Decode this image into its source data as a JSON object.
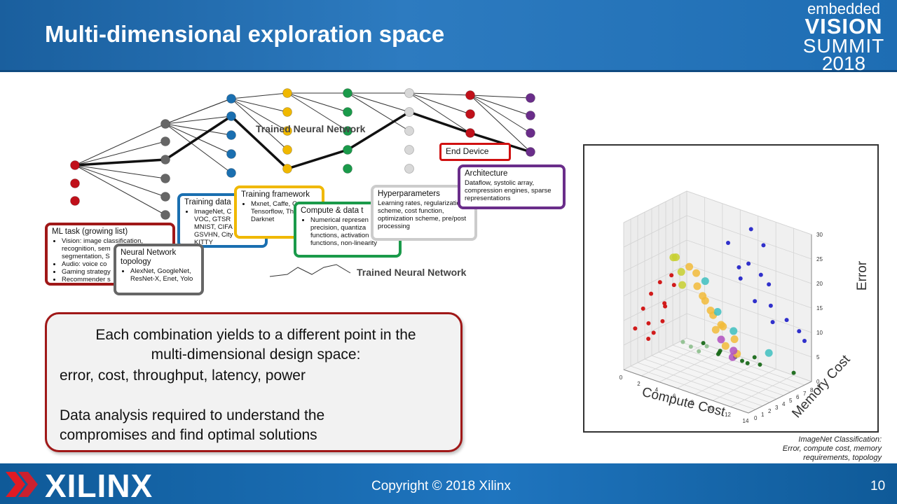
{
  "slide": {
    "title": "Multi-dimensional exploration space",
    "page_number": "10",
    "copyright": "Copyright © 2018 Xilinx",
    "brand": "XILINX",
    "event_logo": {
      "line1": "embedded",
      "line2": "VISION",
      "line3": "SUMMIT",
      "line4": "2018"
    }
  },
  "colors": {
    "header_blue": "#1e6db3",
    "red": "#c0101a",
    "gray": "#666666",
    "blue": "#1a6fb0",
    "gold": "#f0b800",
    "green": "#1a9a4a",
    "lightgray": "#d8d8d8",
    "purple": "#6a2d8a",
    "callout_border": "#a01818"
  },
  "diagram": {
    "trained_label_top": "Trained Neural Network",
    "trained_label_bottom": "Trained Neural Network",
    "end_device": "End Device",
    "boxes": {
      "ml_task": {
        "title": "ML task (growing list)",
        "items": [
          "Vision: image classification,",
          "recognition, sem",
          "segmentation, S",
          "Audio: voice co",
          "Gaming strategy",
          "Recommender s"
        ]
      },
      "topology": {
        "title": "Neural Network topology",
        "items": [
          "AlexNet, GoogleNet,",
          "ResNet-X, Enet, Yolo"
        ]
      },
      "training_data": {
        "title": "Training data",
        "items": [
          "ImageNet, C",
          "VOC, GTSR",
          "MNIST, CIFA",
          "GSVHN, City",
          "KITTY"
        ]
      },
      "training_framework": {
        "title": "Training framework",
        "items": [
          "Mxnet, Caffe, C",
          "Tensorflow, Th",
          "Darknet"
        ]
      },
      "compute_data": {
        "title": "Compute & data t",
        "items": [
          "Numerical represen",
          "precision, quantiza",
          "functions, activation",
          "functions, non-linearity"
        ]
      },
      "hyperparameters": {
        "title": "Hyperparameters",
        "lines": [
          "Learning rates, regularizatio",
          "scheme, cost function,",
          "optimization scheme, pre/post",
          "processing"
        ]
      },
      "architecture": {
        "title": "Architecture",
        "lines": [
          "Dataflow, systolic array,",
          "compression engines, sparse",
          "representations"
        ]
      }
    }
  },
  "callout": {
    "line1": "Each combination yields to a different point in the",
    "line2": "multi-dimensional design space:",
    "line3": "error, cost, throughput, latency, power",
    "line4": "Data analysis required to understand the",
    "line5": "compromises and find optimal solutions"
  },
  "plot": {
    "caption_line1": "ImageNet Classification:",
    "caption_line2": "Error, compute cost, memory",
    "caption_line3": "requirements, topology"
  },
  "chart_data": {
    "type": "scatter",
    "xlabel": "Compute Cost",
    "ylabel": "Memory Cost",
    "zlabel": "Error",
    "x_ticks": [
      "0",
      "2",
      "4",
      "6",
      "8",
      "10",
      "12",
      "14"
    ],
    "y_ticks": [
      "0",
      "1",
      "2",
      "3",
      "4",
      "5",
      "6",
      "7",
      "8",
      "9"
    ],
    "z_ticks": [
      "0",
      "5",
      "10",
      "15",
      "20",
      "25",
      "30"
    ],
    "xlim": [
      0,
      14
    ],
    "ylim": [
      0,
      9
    ],
    "zlim": [
      0,
      30
    ],
    "grid": true,
    "series": [
      {
        "color": "#d01010",
        "points": [
          [
            0.5,
            1,
            8
          ],
          [
            1,
            1.5,
            12
          ],
          [
            1.5,
            2,
            15
          ],
          [
            2,
            1,
            10
          ],
          [
            2.5,
            2,
            18
          ],
          [
            1,
            3,
            6
          ],
          [
            2,
            3,
            9
          ],
          [
            3,
            2,
            14
          ],
          [
            3,
            3,
            19
          ],
          [
            1.5,
            4,
            11
          ],
          [
            0.8,
            2.5,
            5
          ],
          [
            2.5,
            4,
            16
          ]
        ]
      },
      {
        "color": "#2525c8",
        "points": [
          [
            8,
            8,
            28
          ],
          [
            9,
            8.5,
            25
          ],
          [
            8.5,
            7,
            22
          ],
          [
            9.5,
            7.5,
            20
          ],
          [
            10,
            8,
            18
          ],
          [
            7,
            6,
            26
          ],
          [
            8,
            6.5,
            19
          ],
          [
            11,
            7,
            15
          ],
          [
            12,
            8,
            12
          ],
          [
            13,
            8.5,
            10
          ],
          [
            9,
            5,
            23
          ],
          [
            10,
            6,
            16
          ],
          [
            12,
            6,
            13
          ],
          [
            14,
            8,
            9
          ]
        ]
      },
      {
        "color": "#f2bb3a",
        "points": [
          [
            5,
            3,
            22
          ],
          [
            5.5,
            3.5,
            18
          ],
          [
            6,
            4,
            15
          ],
          [
            6.5,
            4.5,
            12
          ],
          [
            7,
            5,
            10
          ],
          [
            6,
            5.5,
            8
          ],
          [
            7.5,
            5,
            6
          ],
          [
            8,
            6,
            4
          ],
          [
            5,
            4,
            20
          ],
          [
            6.5,
            3,
            17
          ],
          [
            7,
            3.5,
            14
          ],
          [
            8,
            4,
            11
          ],
          [
            8.5,
            5,
            8
          ]
        ]
      },
      {
        "color": "#c8d030",
        "points": [
          [
            4,
            2,
            24
          ],
          [
            4.5,
            2.5,
            21
          ],
          [
            5,
            2,
            19
          ],
          [
            3.5,
            3,
            23
          ]
        ]
      },
      {
        "color": "#3ec0c0",
        "points": [
          [
            6,
            4,
            19
          ],
          [
            7,
            4.5,
            13
          ],
          [
            8,
            5.5,
            9
          ],
          [
            10,
            8,
            4
          ]
        ]
      },
      {
        "color": "#b050c0",
        "points": [
          [
            7,
            5,
            7
          ],
          [
            7.5,
            6,
            3
          ],
          [
            8,
            5.5,
            5
          ]
        ]
      },
      {
        "color": "#1a6a1a",
        "points": [
          [
            5,
            5,
            5
          ],
          [
            6,
            6,
            3
          ],
          [
            7,
            7,
            2
          ],
          [
            8,
            7.5,
            1
          ],
          [
            6.5,
            5.5,
            4
          ],
          [
            5.5,
            6.5,
            2
          ],
          [
            9,
            8,
            1
          ],
          [
            7,
            8,
            0.5
          ],
          [
            8,
            8.5,
            1.5
          ],
          [
            12,
            9,
            0.5
          ]
        ]
      },
      {
        "color": "#90c090",
        "points": [
          [
            3.5,
            4,
            5
          ],
          [
            4,
            4.5,
            4
          ],
          [
            4.5,
            5,
            3
          ],
          [
            5,
            5.5,
            4
          ]
        ]
      }
    ]
  }
}
